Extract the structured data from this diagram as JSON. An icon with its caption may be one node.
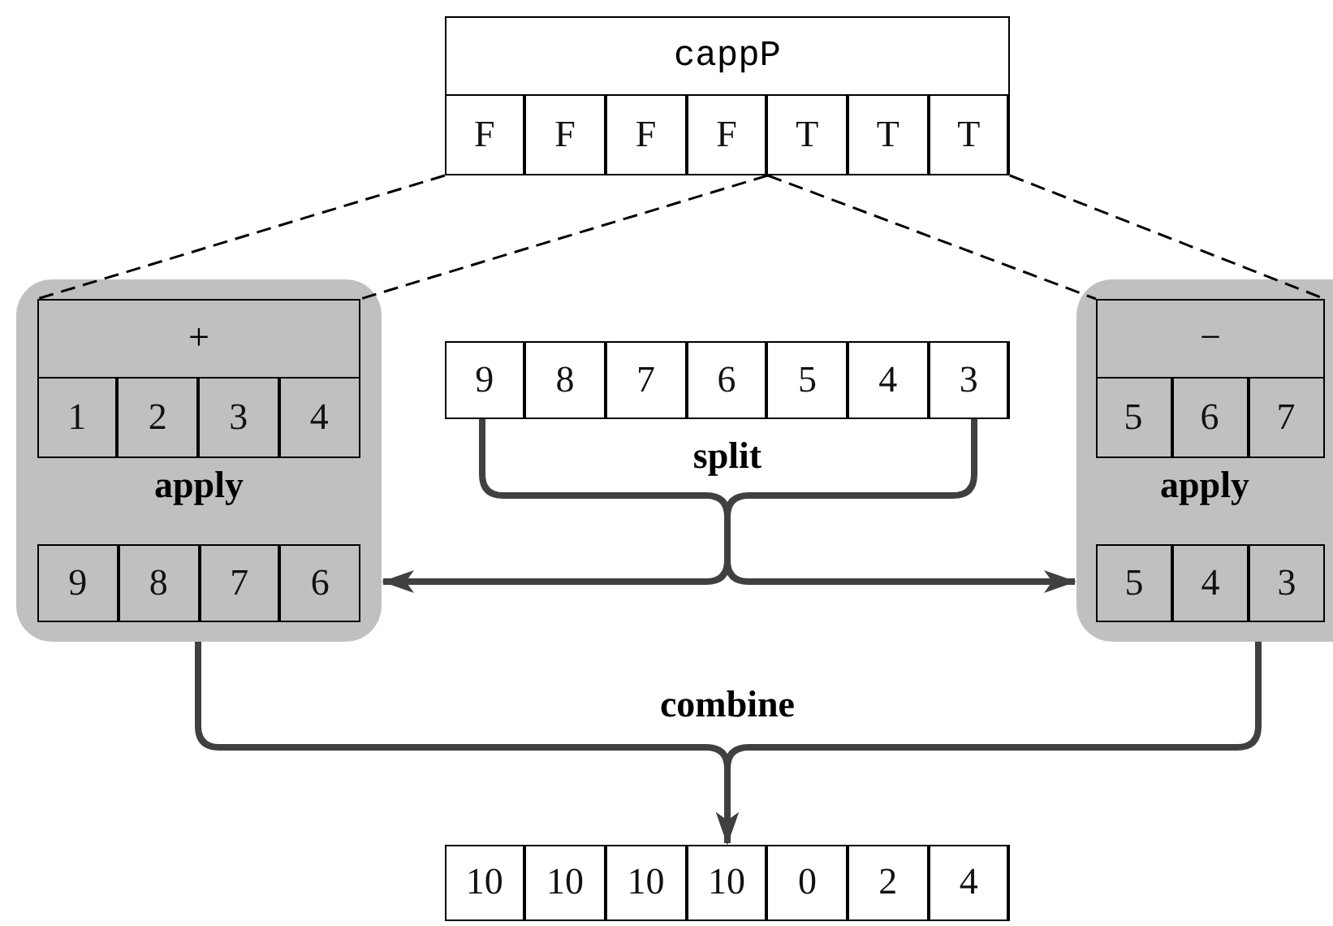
{
  "diagram": {
    "nodes": [
      {
        "text": [
          "cappP"
        ]
      },
      {
        "text": [
          "F"
        ],
        "in": 0
      },
      {
        "text": [
          "F"
        ],
        "in": 0
      },
      {
        "text": [
          "F"
        ],
        "in": 0
      },
      {
        "text": [
          "F"
        ],
        "in": 0
      },
      {
        "text": [
          "T"
        ],
        "in": 0
      },
      {
        "text": [
          "T"
        ],
        "in": 0
      },
      {
        "text": [
          "T"
        ],
        "in": 0
      },
      {
        "text": [
          "apply"
        ]
      },
      {
        "text": [
          "+"
        ],
        "in": 8
      },
      {
        "text": [
          "1"
        ],
        "in": 9
      },
      {
        "text": [
          "2"
        ],
        "in": 9
      },
      {
        "text": [
          "3"
        ],
        "in": 9
      },
      {
        "text": [
          "4"
        ],
        "in": 9
      },
      {
        "text": [
          "9"
        ],
        "in": 8
      },
      {
        "text": [
          "8"
        ],
        "in": 8
      },
      {
        "text": [
          "7"
        ],
        "in": 8
      },
      {
        "text": [
          "6"
        ],
        "in": 8
      },
      {
        "text": [],
        "shape": "box"
      },
      {
        "text": [
          "9"
        ],
        "in": 18
      },
      {
        "text": [
          "8"
        ],
        "in": 18
      },
      {
        "text": [
          "7"
        ],
        "in": 18
      },
      {
        "text": [
          "6"
        ],
        "in": 18
      },
      {
        "text": [
          "5"
        ],
        "in": 18
      },
      {
        "text": [
          "4"
        ],
        "in": 18
      },
      {
        "text": [
          "3"
        ],
        "in": 18
      },
      {
        "text": [
          "apply"
        ]
      },
      {
        "text": [
          "−"
        ],
        "in": 26
      },
      {
        "text": [
          "5"
        ],
        "in": 27
      },
      {
        "text": [
          "6"
        ],
        "in": 27
      },
      {
        "text": [
          "7"
        ],
        "in": 27
      },
      {
        "text": [
          "5"
        ],
        "in": 26
      },
      {
        "text": [
          "4"
        ],
        "in": 26
      },
      {
        "text": [
          "3"
        ],
        "in": 26
      },
      {
        "text": [],
        "shape": "box"
      },
      {
        "text": [
          "10"
        ],
        "in": 34
      },
      {
        "text": [
          "10"
        ],
        "in": 34
      },
      {
        "text": [
          "10"
        ],
        "in": 34
      },
      {
        "text": [
          "10"
        ],
        "in": 34
      },
      {
        "text": [
          "0"
        ],
        "in": 34
      },
      {
        "text": [
          "2"
        ],
        "in": 34
      },
      {
        "text": [
          "4"
        ],
        "in": 34
      }
    ],
    "edges": [
      {
        "from": 0,
        "to": 9,
        "arrow": "none",
        "style": "dashed"
      },
      {
        "from": 0,
        "to": 9,
        "arrow": "none",
        "style": "dashed"
      },
      {
        "from": 0,
        "to": 27,
        "arrow": "none",
        "style": "dashed"
      },
      {
        "from": 0,
        "to": 27,
        "arrow": "none",
        "style": "dashed"
      },
      {
        "from": 18,
        "to": 8,
        "arrow": "to",
        "label": "split",
        "style": "thick",
        "color": "#404040"
      },
      {
        "from": 18,
        "to": 26,
        "arrow": "to",
        "style": "thick",
        "color": "#404040"
      },
      {
        "from": 8,
        "to": 34,
        "arrow": "to",
        "label": "combine",
        "style": "thick",
        "color": "#404040"
      },
      {
        "from": 26,
        "to": 34,
        "arrow": "to",
        "style": "thick",
        "color": "#404040"
      }
    ]
  }
}
